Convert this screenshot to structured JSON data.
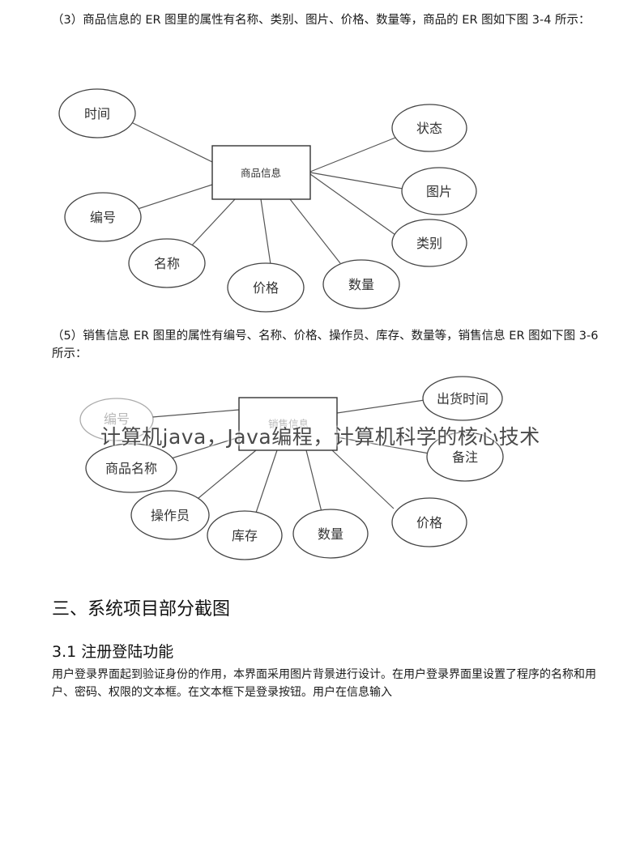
{
  "paragraphs": {
    "p1": "（3）商品信息的 ER 图里的属性有名称、类别、图片、价格、数量等，商品的 ER 图如下图 3-4 所示：",
    "p2": "（5）销售信息 ER 图里的属性有编号、名称、价格、操作员、库存、数量等，销售信息 ER 图如下图 3-6 所示：",
    "p3": "用户登录界面起到验证身份的作用，本界面采用图片背景进行设计。在用户登录界面里设置了程序的名称和用户、密码、权限的文本框。在文本框下是登录按钮。用户在信息输入"
  },
  "diagram1": {
    "entity": "商品信息",
    "attributes": {
      "time": "时间",
      "status": "状态",
      "picture": "图片",
      "category": "类别",
      "number": "编号",
      "name": "名称",
      "price": "价格",
      "quantity": "数量"
    }
  },
  "diagram2": {
    "entity": "销售信息",
    "attributes": {
      "number": "编号",
      "goods_name": "商品名称",
      "operator": "操作员",
      "stock": "库存",
      "quantity": "数量",
      "price": "价格",
      "ship_time": "出货时间",
      "remark": "备注"
    }
  },
  "headings": {
    "section": "三、系统项目部分截图",
    "subsection": "3.1 注册登陆功能"
  },
  "watermark": "计算机java，Java编程，计算机科学的核心技术"
}
